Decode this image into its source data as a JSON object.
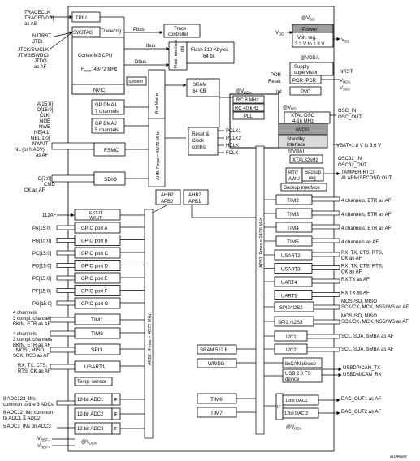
{
  "labels": {
    "vdd_top": "V",
    "vdd_sub": "DD",
    "vdd_left_pin": "V",
    "vdd_left_pin_sub": "DD",
    "vss_pin": "V",
    "vss_pin_sub": "SS",
    "power": "Power",
    "volt_reg_1": "Volt. reg.",
    "volt_reg_2": "3.3 V to 1.8 V",
    "vdda_at_power": "@VDDA",
    "supply_sup_1": "Supply",
    "supply_sup_2": "supervision",
    "por_reset": "POR",
    "reset_lbl": "Reset",
    "int_lbl": "Int",
    "por_pdr": "POR /PDR",
    "pvd": "PVD",
    "nrst": "NRST",
    "vdda_pin": "V",
    "vdda_pin_sub": "DDA",
    "vssa_pin": "V",
    "vssa_pin_sub": "SSA",
    "tpiu": "TPIU",
    "swjtag": "SWJTAG",
    "trace_trig": "Trace/trig",
    "cpu_1": "Cortex-M3 CPU",
    "cpu_2": "F",
    "cpu_2b": "max",
    "cpu_2c": ": 48/72 MHz",
    "ibus": "Ibus",
    "dbus": "Dbus",
    "system": "System",
    "pbus": "Pbus",
    "trace_ctrl_1": "Trace",
    "trace_ctrl_2": "controller",
    "obl": "obl",
    "flash_if": "Flash interface",
    "flash": "Flash 512 Kbytes",
    "flash_2": "64 bit",
    "nvic": "NVIC",
    "bus_matrix": "Bus Matrix",
    "sram64": "SRAM",
    "sram64_2": "64 KB",
    "traceclk": "TRACECLK",
    "traced": "TRACED[0:3]",
    "as_as": "as AS",
    "njtrst": "NJTRST",
    "jtdi": "JTDI",
    "jtck": "JTCK/SWCLK",
    "jtms": "JTMS/SWDIO",
    "jtdo": "JTDO",
    "as_af_1": "as AF",
    "gpdma1": "GP DMA1",
    "gpdma1_ch": "7 channels",
    "gpdma2": "GP DMA2",
    "gpdma2_ch": "5 channels",
    "fsmc_sig": [
      "A[25:0]",
      "D[15:0]",
      "CLK",
      "NOE",
      "NWE",
      "NE[4:1]",
      "NBL[1:0]",
      "NWAIT",
      "NL (or NADV)",
      "as AF"
    ],
    "fsmc": "FSMC",
    "sdio_sig": [
      "D[7:0]",
      "CMD",
      "CK as AF"
    ],
    "sdio": "SDIO",
    "ahb_fmax": "AHB: Fmax = 48/72 MHz",
    "rc8": "RC 8 MHz",
    "rc40": "RC 40 kHz",
    "pll": "PLL",
    "xtal_osc_1": "XTAL OSC",
    "xtal_osc_2": "4-16 MHz",
    "iwdg": "IWDG",
    "standby_1": "Standby",
    "standby_2": "interface",
    "osc_in": "OSC_IN",
    "osc_out": "OSC_OUT",
    "vdda_rc": "@V",
    "vdda_rc_sub": "DDA",
    "vdd_iwdg": "@V",
    "vdd_iwdg_sub": "DD",
    "reset_clock_1": "Reset &",
    "reset_clock_2": "Clock",
    "reset_clock_3": "control",
    "pclk1": "PCLK1",
    "pclk2": "PCLK2",
    "hclk": "HCLK",
    "fclk": "FCLK",
    "vbat_at": "@VBAT",
    "vbat_pin": "VBAT=1.8 V to 3.6 V",
    "xtal32": "XTAL32kHz",
    "osc32_in": "OSC32_IN",
    "osc32_out": "OSC32_OUT",
    "rtc": "RTC",
    "awu": "AWU",
    "backup_reg_1": "Backup",
    "backup_reg_2": "reg",
    "tamper": "TAMPER-RTC/",
    "alarm": "ALARM/SECOND OUT",
    "backup_iface": "Backup interface",
    "ahb2apb2_1": "AHB2",
    "ahb2apb2_2": "APB2",
    "ahb2apb1_1": "AHB2",
    "ahb2apb1_2": "APB1",
    "apb2_fmax": "APB2 : Fmax = 48/72 MHz",
    "apb1_fmax": "APB1: Fmax = 24/36 MHz",
    "exti_1": "EXT.IT",
    "exti_2": "WKUP",
    "af_112": "112AF",
    "gpio": [
      {
        "pin": "PA[15:0]",
        "name": "GPIO port A"
      },
      {
        "pin": "PB[15:0]",
        "name": "GPIO port B"
      },
      {
        "pin": "PC[15:0]",
        "name": "GPIO port C"
      },
      {
        "pin": "PD[15:0]",
        "name": "GPIO port D"
      },
      {
        "pin": "PE[15:0]",
        "name": "GPIO port E"
      },
      {
        "pin": "PF[15:0]",
        "name": "GPIO port F"
      },
      {
        "pin": "PG[15:0]",
        "name": "GPIO port G"
      }
    ],
    "tim1": "TIM1",
    "tim1_sig": [
      "4 channels",
      "3 compl. channels",
      "BKIN, ETR as AF"
    ],
    "tim8": "TIM8",
    "tim8_sig": [
      "4 channels",
      "3 compl. channels",
      "BKIN, ETR as AF"
    ],
    "spi1": "SPI1",
    "spi1_sig": [
      "MOSI, MISO,",
      "SCK, NSS as AF"
    ],
    "usart1": "USART1",
    "usart1_sig": [
      "RX, TX, CTS,",
      "RTS, CK as AF"
    ],
    "temp_sensor": "Temp. sensor",
    "adc1": "12-bit ADC1",
    "adc2": "12-bit ADC2",
    "adc3": "12-bit ADC3",
    "if_lbl": "IF",
    "adc_sig": [
      "8 ADC123_INs",
      "common to the 3 ADCs",
      "8 ADC12_INs common",
      "to ADC1 & ADC2",
      "5 ADC3_INs on ADC3"
    ],
    "vref_minus": "V",
    "vref_minus_sub": "REF–",
    "vref_plus": "V",
    "vref_plus_sub": "REF+",
    "vdda_bottom": "@V",
    "vdda_bottom_sub": "DDA",
    "tim_right": [
      {
        "name": "TIM2",
        "sig": "4 channels, ETR as AF"
      },
      {
        "name": "TIM3",
        "sig": "4 channels, ETR as AF"
      },
      {
        "name": "TIM4",
        "sig": "4 channels, ETR as AF"
      },
      {
        "name": "TIM5",
        "sig": "4 channels as AF"
      }
    ],
    "usart_right": [
      {
        "name": "USART2",
        "sig": [
          "RX, TX, CTS, RTS,",
          "CK as AF"
        ]
      },
      {
        "name": "USART3",
        "sig": [
          "RX, TX, CTS, RTS,",
          "CK as AF"
        ]
      },
      {
        "name": "UART4",
        "sig": [
          "RX,TX as AF"
        ]
      },
      {
        "name": "UART5",
        "sig": [
          "RX,TX as AF"
        ]
      }
    ],
    "spi2": "SPI2/ I2S2",
    "spi3": "SPI3 / I2S3",
    "spi_sig": [
      "MOSI/SD, MISO",
      "SCK/CK, MCK, NSS/WS as AF"
    ],
    "i2c1": "I2C1",
    "i2c2": "I2C2",
    "i2c_sig": "SCL, SDA, SMBA as AF",
    "sram512": "SRAM 512 B",
    "wwdg": "WWDG",
    "bxcan": "bxCAN device",
    "usb_1": "USB 2.0 FS",
    "usb_2": "device",
    "usb_sig": [
      "USBDP/CAN_TX",
      "USBDM/CAN_RX"
    ],
    "tim6": "TIM6",
    "tim7": "TIM7",
    "dac1": "12bit DAC1",
    "dac2": "12bit DAC 2",
    "dac_if": "IF",
    "dac_out1": "DAC_OUT1 as AF",
    "dac_out2": "DAC_OUT2 as AF",
    "vdda_dac": "@V",
    "vdda_dac_sub": "DDA",
    "figure_id": "ai14666f"
  }
}
